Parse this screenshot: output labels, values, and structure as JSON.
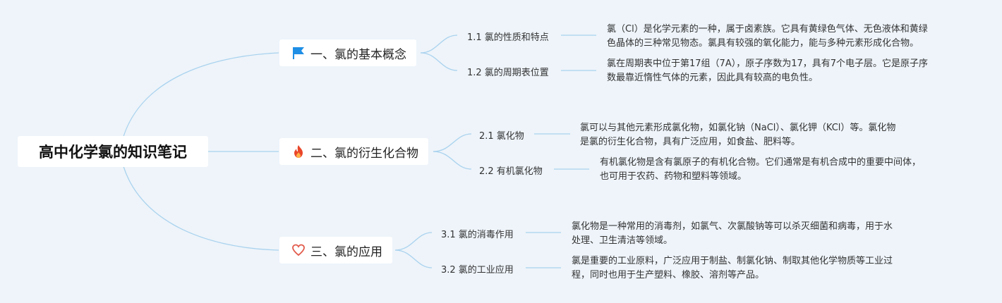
{
  "root": {
    "title": "高中化学氯的知识笔记"
  },
  "branches": [
    {
      "label": "一、氯的基本概念",
      "icon": "flag-icon",
      "children": [
        {
          "label": "1.1 氯的性质和特点",
          "lines": [
            "氯（Cl）是化学元素的一种，属于卤素族。它具有黄绿色气体、无色液体和黄绿",
            "色晶体的三种常见物态。氯具有较强的氧化能力，能与多种元素形成化合物。"
          ]
        },
        {
          "label": "1.2 氯的周期表位置",
          "lines": [
            "氯在周期表中位于第17组（7A），原子序数为17，具有7个电子层。它是原子序",
            "数最靠近惰性气体的元素，因此具有较高的电负性。"
          ]
        }
      ]
    },
    {
      "label": "二、氯的衍生化合物",
      "icon": "fire-icon",
      "children": [
        {
          "label": "2.1 氯化物",
          "lines": [
            "氯可以与其他元素形成氯化物，如氯化钠（NaCl）、氯化钾（KCl）等。氯化物",
            "是氯的衍生化合物，具有广泛应用，如食盐、肥料等。"
          ]
        },
        {
          "label": "2.2 有机氯化物",
          "lines": [
            "有机氯化物是含有氯原子的有机化合物。它们通常是有机合成中的重要中间体，",
            "也可用于农药、药物和塑料等领域。"
          ]
        }
      ]
    },
    {
      "label": "三、氯的应用",
      "icon": "heart-icon",
      "children": [
        {
          "label": "3.1 氯的消毒作用",
          "lines": [
            "氯化物是一种常用的消毒剂，如氯气、次氯酸钠等可以杀灭细菌和病毒，用于水",
            "处理、卫生清洁等领域。"
          ]
        },
        {
          "label": "3.2 氯的工业应用",
          "lines": [
            "氯是重要的工业原料，广泛应用于制盐、制氯化钠、制取其他化学物质等工业过",
            "程，同时也用于生产塑料、橡胶、溶剂等产品。"
          ]
        }
      ]
    }
  ],
  "colors": {
    "line": "#a9d2ee",
    "background": "#eef4fa",
    "flag": "#1f8fe6",
    "fire": "#e9462a",
    "heart": "#e25a4b"
  }
}
